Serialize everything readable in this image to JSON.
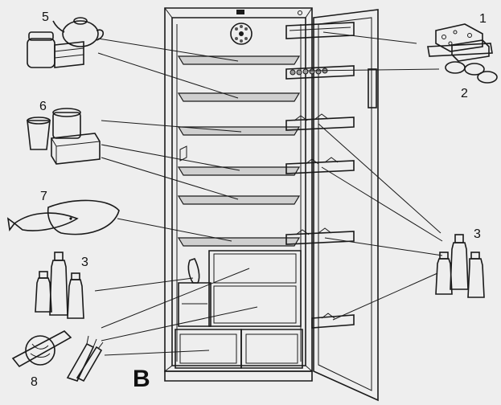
{
  "figure": {
    "letter": "B",
    "labels": [
      "1",
      "2",
      "3",
      "3",
      "5",
      "6",
      "7",
      "8"
    ]
  }
}
